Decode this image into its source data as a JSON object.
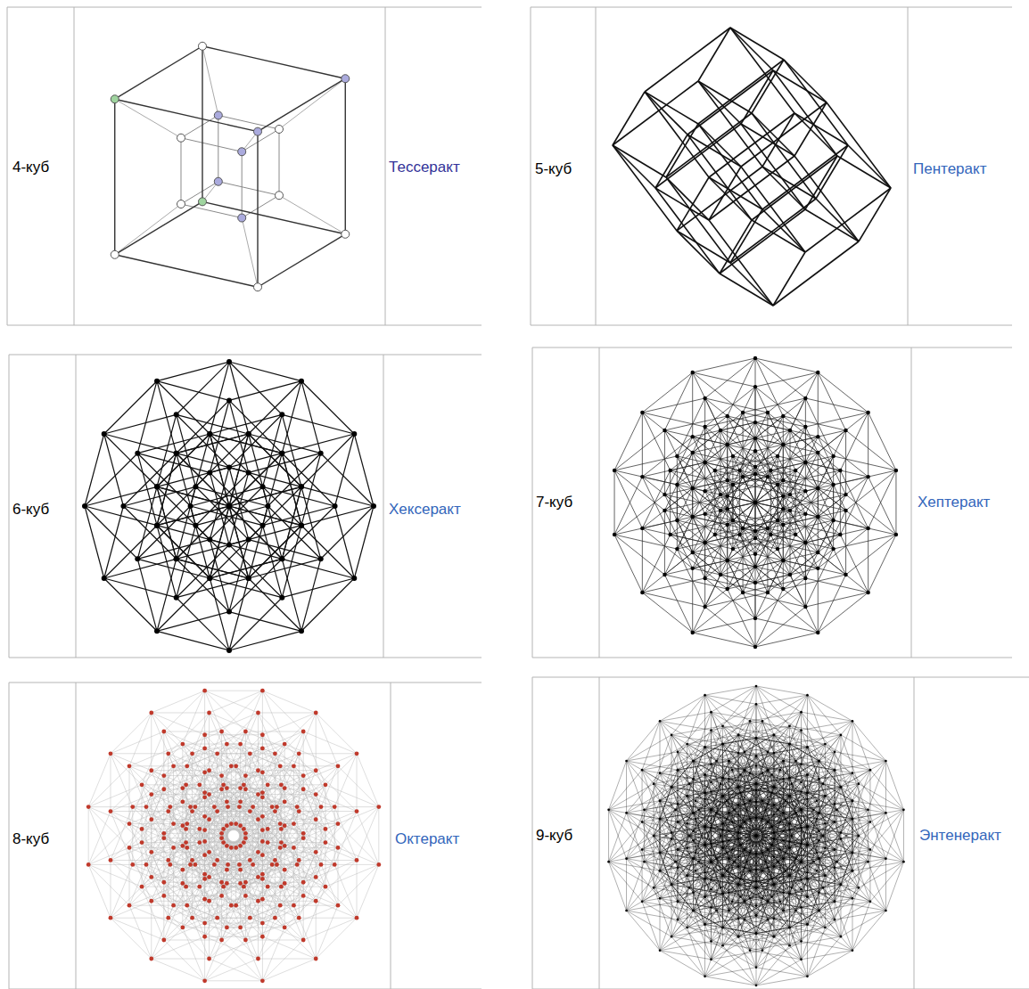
{
  "diagram": {
    "labels": [
      "4-куб",
      "Тессеракт",
      "5-куб",
      "Пентеракт",
      "6-куб",
      "Хексеракт",
      "7-куб",
      "Хептеракт",
      "8-куб",
      "Октеракт",
      "9-куб",
      "Энтенеракт"
    ]
  }
}
